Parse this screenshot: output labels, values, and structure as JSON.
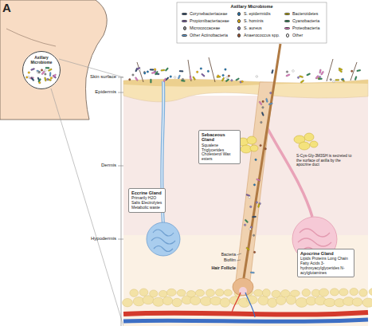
{
  "diagram": {
    "nodes": [
      {
        "text": [
          "Axillary Microbiome"
        ]
      },
      {
        "text": [
          "Sebaceous Gland",
          "Squalene Triglycerides Cholesterol Wax esters"
        ]
      },
      {
        "text": [
          "Eccrine Gland",
          "Primarily H2O Salts Electrolytes Metabolic waste"
        ]
      },
      {
        "text": [
          "Apocrine Gland",
          "Lipids Proteins Long Chain Fatty Acids 3-hydroxyacylglycerides N-acylglutamines"
        ]
      }
    ],
    "labels": [
      "A",
      "Axillary Microbiome",
      "Skin surface",
      "Epidermis",
      "Dermis",
      "S-Cys-Gly-3M3SH is secreted to the surface of axilla by the apocrine duct",
      "Bacteria",
      "Biofilm",
      "Hair Follicle",
      "Hypodermis"
    ],
    "legend": [
      {
        "text": "Corynebacteriaceae",
        "color": "#2b4a6f"
      },
      {
        "text": "Propionibacteriaceae",
        "color": "#7b5aa6"
      },
      {
        "text": "Micrococcaceae",
        "color": "#8c8c8c"
      },
      {
        "text": "Other Actinobacteria",
        "color": "#5b9bd5"
      },
      {
        "text": "S. epidermidis",
        "color": "#1f77b4"
      },
      {
        "text": "S. hominis",
        "color": "#f2b705"
      },
      {
        "text": "S. aureus",
        "color": "#8e7cc3"
      },
      {
        "text": "Anaerococcus spp.",
        "color": "#a0522d"
      },
      {
        "text": "Bacteroidetes",
        "color": "#c8b400"
      },
      {
        "text": "Cyanobacteria",
        "color": "#2e8b57"
      },
      {
        "text": "Proteobacteria",
        "color": "#e377c2"
      },
      {
        "text": "Other",
        "color": "#ffffff"
      }
    ]
  }
}
